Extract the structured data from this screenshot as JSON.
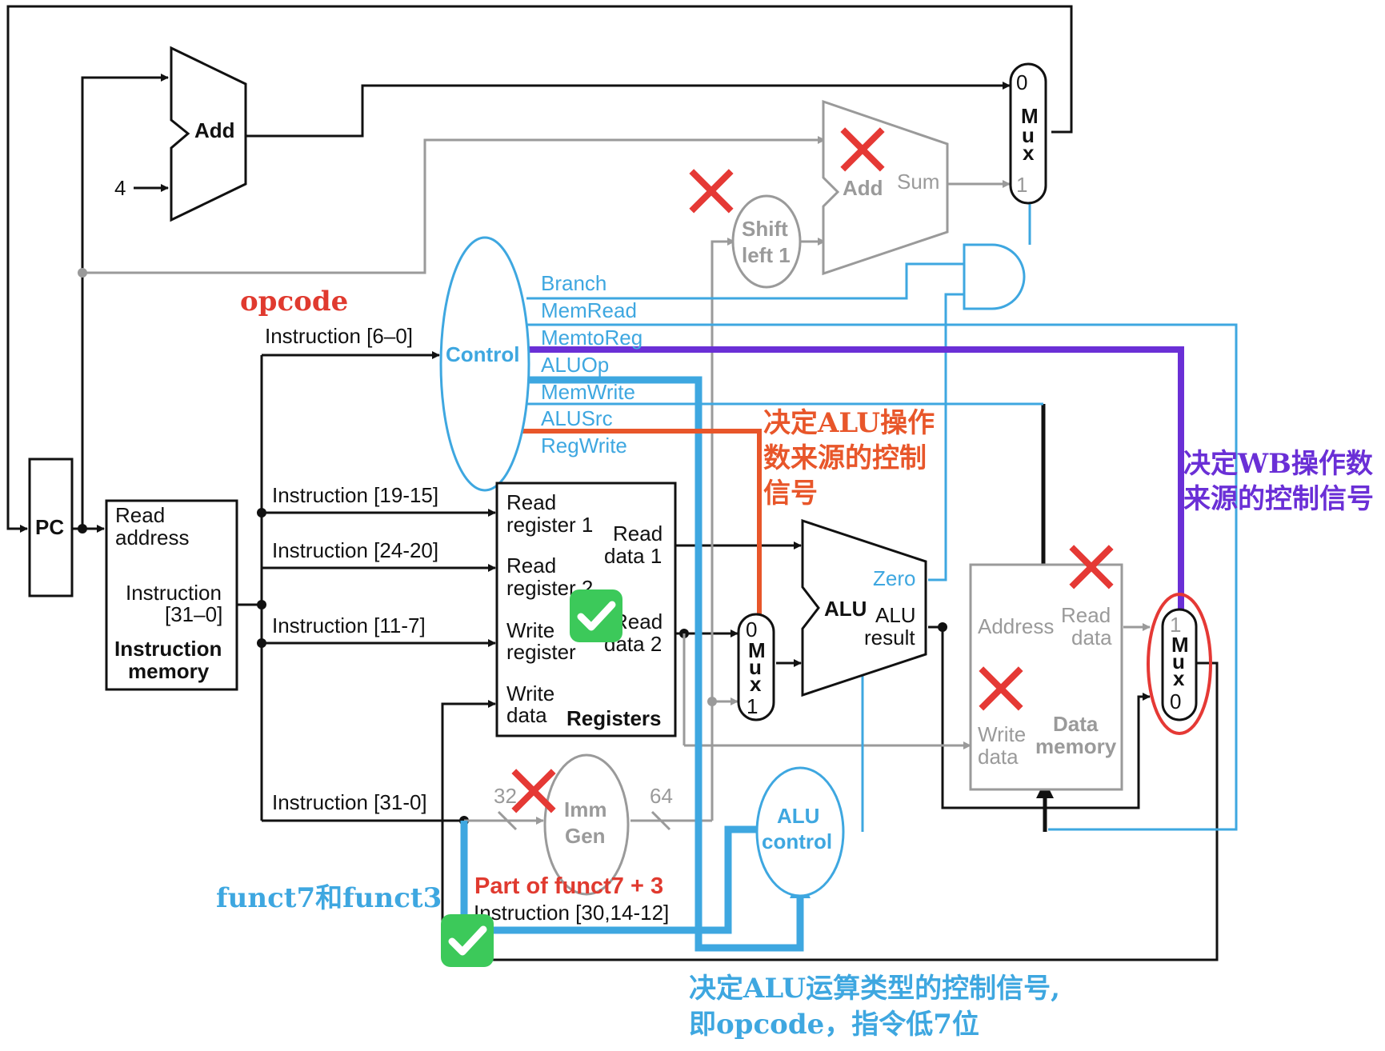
{
  "units": {
    "pc": "PC",
    "add_top": "Add",
    "const_four": "4",
    "branch_add": "Add",
    "branch_sum": "Sum",
    "shift_l1": "Shift",
    "shift_l2": "left 1",
    "control": "Control",
    "imem_read": "Read",
    "imem_address": "address",
    "imem_instr": "Instruction",
    "imem_range": "[31–0]",
    "imem_title1": "Instruction",
    "imem_title2": "memory",
    "reg_read1_a": "Read",
    "reg_read1_b": "register 1",
    "reg_read2_a": "Read",
    "reg_read2_b": "register 2",
    "reg_write_a": "Write",
    "reg_write_b": "register",
    "reg_wdata_a": "Write",
    "reg_wdata_b": "data",
    "reg_rdata1_a": "Read",
    "reg_rdata1_b": "data 1",
    "reg_rdata2_a": "Read",
    "reg_rdata2_b": "data 2",
    "reg_title": "Registers",
    "imm_gen_1": "Imm",
    "imm_gen_2": "Gen",
    "imm_in": "32",
    "imm_out": "64",
    "alu": "ALU",
    "alu_zero": "Zero",
    "alu_result_1": "ALU",
    "alu_result_2": "result",
    "alu_control_1": "ALU",
    "alu_control_2": "control",
    "dmem_address": "Address",
    "dmem_read_1": "Read",
    "dmem_read_2": "data",
    "dmem_write_1": "Write",
    "dmem_write_2": "data",
    "dmem_title_1": "Data",
    "dmem_title_2": "memory",
    "mux_letters": [
      "M",
      "u",
      "x"
    ],
    "mux_top_0": "0",
    "mux_top_1": "1",
    "mux_alu_0": "0",
    "mux_alu_1": "1",
    "mux_wb_1": "1",
    "mux_wb_0": "0"
  },
  "signals": [
    "Branch",
    "MemRead",
    "MemtoReg",
    "ALUOp",
    "MemWrite",
    "ALUSrc",
    "RegWrite"
  ],
  "instruction_fields": {
    "opcode": "Instruction [6–0]",
    "rs1": "Instruction [19-15]",
    "rs2": "Instruction [24-20]",
    "rd": "Instruction [11-7]",
    "full": "Instruction [31-0]",
    "funct": "Instruction [30,14-12]"
  },
  "annotations": {
    "opcode": "opcode",
    "alusrc_1": "决定ALU操作",
    "alusrc_2": "数来源的控制",
    "alusrc_3": "信号",
    "wb_1": "决定WB操作数",
    "wb_2": "来源的控制信号",
    "funct": "funct7和funct3",
    "part_of_funct": "Part of funct7 + 3",
    "aluop_1": "决定ALU运算类型的控制信号,",
    "aluop_2": "即opcode，指令低7位"
  },
  "colors": {
    "active_wire": "#111111",
    "inactive_wire": "#9a9a9a",
    "control_signal": "#3ea7e0",
    "wb_highlight": "#6a2fd6",
    "alusrc_highlight": "#e8562a",
    "opcode_label": "#e03a2f",
    "cross_mark": "#e53935",
    "check_mark": "#3cc95a"
  },
  "icons": [
    "cross-icon",
    "check-icon"
  ]
}
